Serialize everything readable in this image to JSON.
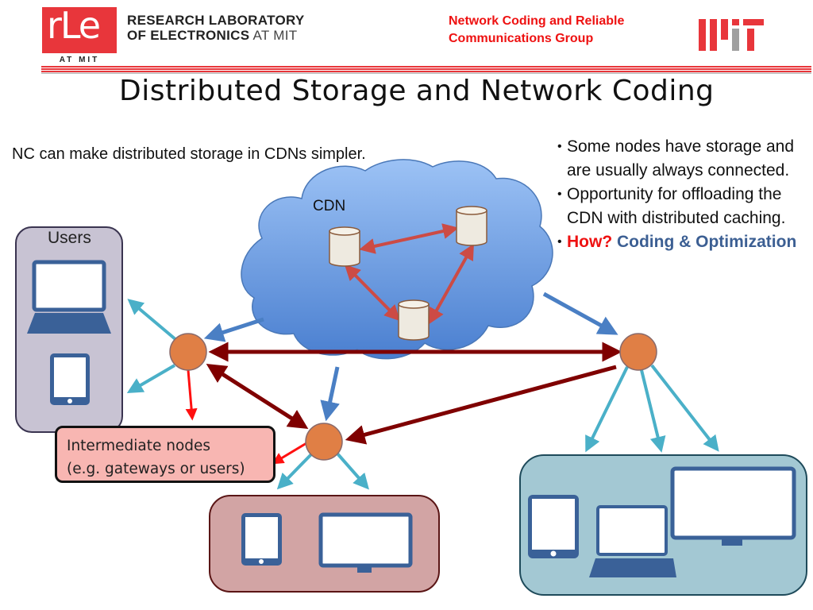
{
  "header": {
    "rle_logo_text": "rLe",
    "rle_logo_subtext": "AT MIT",
    "lab_name_line1": "RESEARCH LABORATORY",
    "lab_name_line2_bold": "OF ELECTRONICS",
    "lab_name_line2_light": " AT MIT",
    "group_line1": "Network Coding and Reliable",
    "group_line2": "Communications Group",
    "mit_logo": "mit-logo",
    "colors": {
      "brand_red": "#e8363b",
      "mit_gray": "#a0a0a0"
    }
  },
  "slide": {
    "title": "Distributed Storage and Network Coding",
    "intro": "NC can make distributed storage in CDNs simpler.",
    "bullets": [
      {
        "text": "Some nodes have storage and are usually always connected."
      },
      {
        "text": "Opportunity for offloading the CDN with distributed caching."
      },
      {
        "emph": "How?",
        "rest": " Coding & Optimization"
      }
    ]
  },
  "diagram": {
    "cdn_label": "CDN",
    "users_label": "Users",
    "intermediate_label_line1": "Intermediate nodes",
    "intermediate_label_line2": "(e.g. gateways or users)",
    "storage_nodes": [
      "storage-a",
      "storage-b",
      "storage-c"
    ],
    "relay_nodes": [
      "relay-left",
      "relay-center",
      "relay-right"
    ],
    "device_groups": [
      {
        "name": "users-group",
        "devices": [
          "laptop",
          "tablet"
        ]
      },
      {
        "name": "bottom-center-group",
        "devices": [
          "tablet",
          "monitor"
        ]
      },
      {
        "name": "bottom-right-group",
        "devices": [
          "tablet",
          "laptop",
          "monitor"
        ]
      }
    ],
    "colors": {
      "cloud": "#5a8fd8",
      "storage_link": "#cc4b45",
      "cdn_to_relay": "#4a7fc4",
      "relay_link": "#7f0000",
      "relay_to_device": "#4ab0c8",
      "intermediate_pointer": "#ff1010",
      "relay_node": "#e07f45",
      "device": "#3a6198"
    }
  }
}
